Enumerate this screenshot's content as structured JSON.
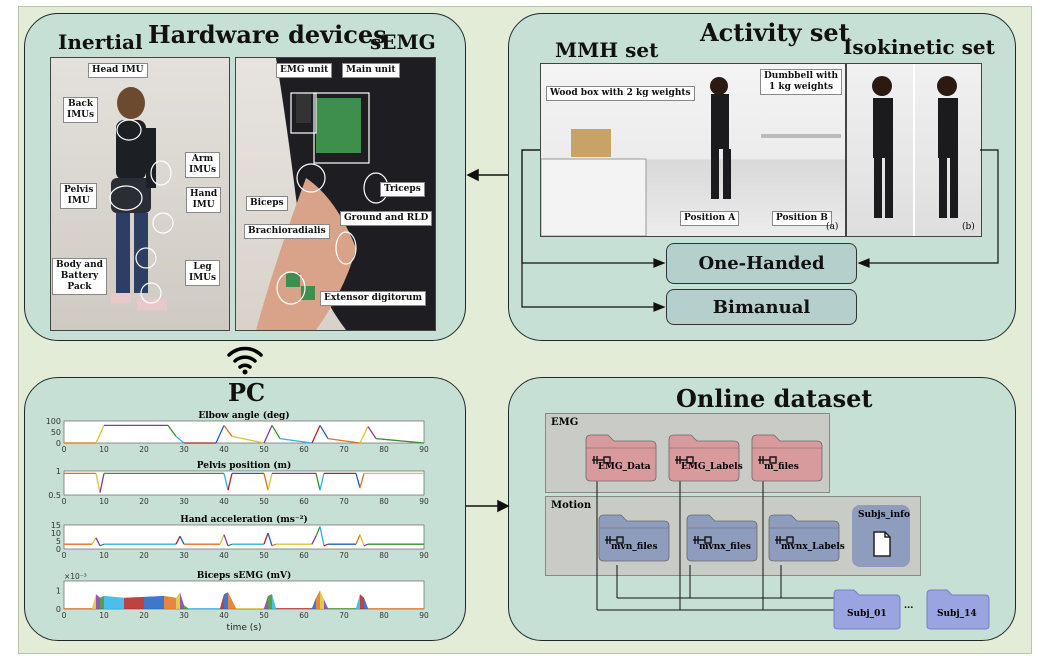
{
  "hardware": {
    "title": "Hardware devices",
    "inertial_title": "Inertial",
    "semg_title": "sEMG",
    "imu_labels": {
      "head": "Head IMU",
      "back": "Back\nIMUs",
      "arm": "Arm\nIMUs",
      "pelvis": "Pelvis\nIMU",
      "hand": "Hand\nIMU",
      "body": "Body and\nBattery\nPack",
      "leg": "Leg\nIMUs"
    },
    "emg_labels": {
      "emg_unit": "EMG unit",
      "main_unit": "Main unit",
      "triceps": "Triceps",
      "biceps": "Biceps",
      "ground": "Ground and RLD",
      "brachio": "Brachioradialis",
      "extensor": "Extensor digitorum"
    }
  },
  "activity": {
    "title": "Activity set",
    "mmh_title": "MMH set",
    "iso_title": "Isokinetic set",
    "wood_box": "Wood box with 2 kg weights",
    "dumbbell": "Dumbbell with\n1 kg weights",
    "position_a": "Position A",
    "position_b": "Position B",
    "tag_a": "(a)",
    "tag_b": "(b)",
    "one_handed": "One-Handed",
    "bimanual": "Bimanual"
  },
  "pc": {
    "title": "PC",
    "wifi_icon": "wifi-icon"
  },
  "dataset": {
    "title": "Online dataset",
    "emg_group": "EMG",
    "motion_group": "Motion",
    "emg_folders": [
      "EMG_Data",
      "EMG_Labels",
      "m_files"
    ],
    "motion_folders": [
      "mvn_files",
      "mvnx_files",
      "mvnx_Labels"
    ],
    "subjs_info": "Subjs_info",
    "subj_first": "Subj_01",
    "ellipsis": "...",
    "subj_last": "Subj_14",
    "colors": {
      "emg_folder": "#d99a9e",
      "motion_folder": "#8e9dbd",
      "subj_folder": "#9aa4e0"
    }
  },
  "chart_data": [
    {
      "type": "line",
      "title": "Elbow angle (deg)",
      "yticks": [
        "0",
        "50",
        "100"
      ],
      "ylim": [
        0,
        100
      ],
      "xlim": [
        0,
        90
      ],
      "x": [
        0,
        8,
        10,
        26,
        28,
        30,
        38,
        40,
        42,
        50,
        52,
        54,
        62,
        64,
        66,
        74,
        76,
        78,
        90
      ],
      "y": [
        0,
        0,
        80,
        80,
        30,
        0,
        0,
        80,
        30,
        0,
        80,
        20,
        0,
        80,
        20,
        0,
        75,
        20,
        0
      ]
    },
    {
      "type": "line",
      "title": "Pelvis position (m)",
      "yticks": [
        "0.5",
        "1"
      ],
      "ylim": [
        0.5,
        1.0
      ],
      "xlim": [
        0,
        90
      ],
      "x": [
        0,
        8,
        9,
        10,
        40,
        41,
        42,
        50,
        51,
        52,
        63,
        64,
        65,
        73,
        74,
        75,
        90
      ],
      "y": [
        0.95,
        0.95,
        0.55,
        0.95,
        0.95,
        0.6,
        0.95,
        0.95,
        0.6,
        0.95,
        0.95,
        0.6,
        0.95,
        0.95,
        0.65,
        0.95,
        0.95
      ]
    },
    {
      "type": "line",
      "title": "Hand acceleration (ms⁻²)",
      "yticks": [
        "0",
        "5",
        "10",
        "15"
      ],
      "ylim": [
        0,
        15
      ],
      "xlim": [
        0,
        90
      ],
      "x": [
        0,
        7,
        8,
        9,
        10,
        28,
        29,
        30,
        39,
        40,
        41,
        42,
        50,
        51,
        52,
        53,
        62,
        63,
        64,
        65,
        66,
        73,
        74,
        75,
        76,
        90
      ],
      "y": [
        3,
        3,
        7,
        2,
        3,
        3,
        8,
        3,
        3,
        9,
        2,
        3,
        3,
        10,
        2,
        3,
        3,
        8,
        14,
        2,
        3,
        3,
        9,
        2,
        3,
        3
      ]
    },
    {
      "type": "area",
      "title": "Biceps sEMG (mV)",
      "exponent": "×10⁻³",
      "yticks": [
        "0",
        "1"
      ],
      "ylim": [
        0,
        1.5
      ],
      "xlim": [
        0,
        90
      ],
      "xticks": [
        "0",
        "10",
        "20",
        "30",
        "40",
        "50",
        "60",
        "70",
        "80",
        "90"
      ],
      "xlabel": "time (s)",
      "x": [
        0,
        7,
        8,
        9,
        10,
        15,
        20,
        25,
        28,
        29,
        30,
        31,
        39,
        40,
        41,
        43,
        50,
        51,
        52,
        53,
        62,
        63,
        64,
        65,
        66,
        73,
        74,
        75,
        76,
        90
      ],
      "y": [
        0.05,
        0.05,
        0.8,
        0.6,
        0.7,
        0.6,
        0.65,
        0.7,
        0.6,
        0.9,
        0.2,
        0.05,
        0.05,
        0.8,
        0.9,
        0.05,
        0.05,
        0.7,
        0.8,
        0.05,
        0.05,
        0.6,
        1.0,
        0.5,
        0.05,
        0.05,
        0.8,
        0.6,
        0.05,
        0.05
      ]
    }
  ]
}
